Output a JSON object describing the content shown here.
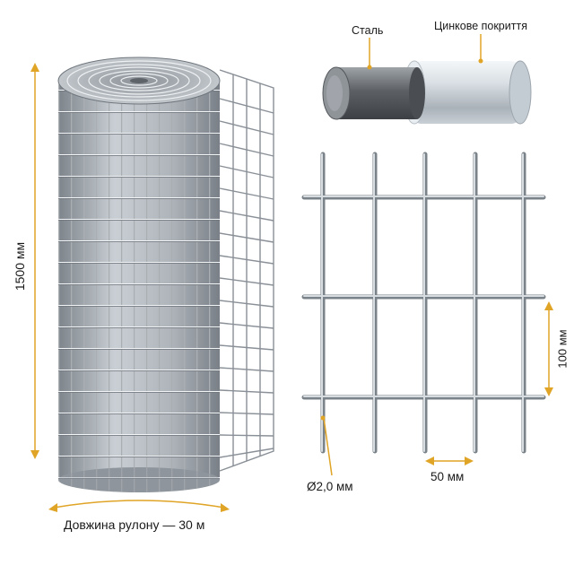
{
  "colors": {
    "accent": "#e0a426",
    "wire": "#9aa0a6",
    "wire_dark": "#6e757c",
    "steel_core": "#6b6f74",
    "zinc_coating": "#d5dbe1"
  },
  "labels": {
    "roll_height": "1500 мм",
    "roll_length": "Довжина рулону — 30 м",
    "wire_diameter": "Ø2,0 мм",
    "mesh_width": "50 мм",
    "mesh_height": "100 мм",
    "steel": "Сталь",
    "zinc_coating": "Цинкове покриття"
  }
}
